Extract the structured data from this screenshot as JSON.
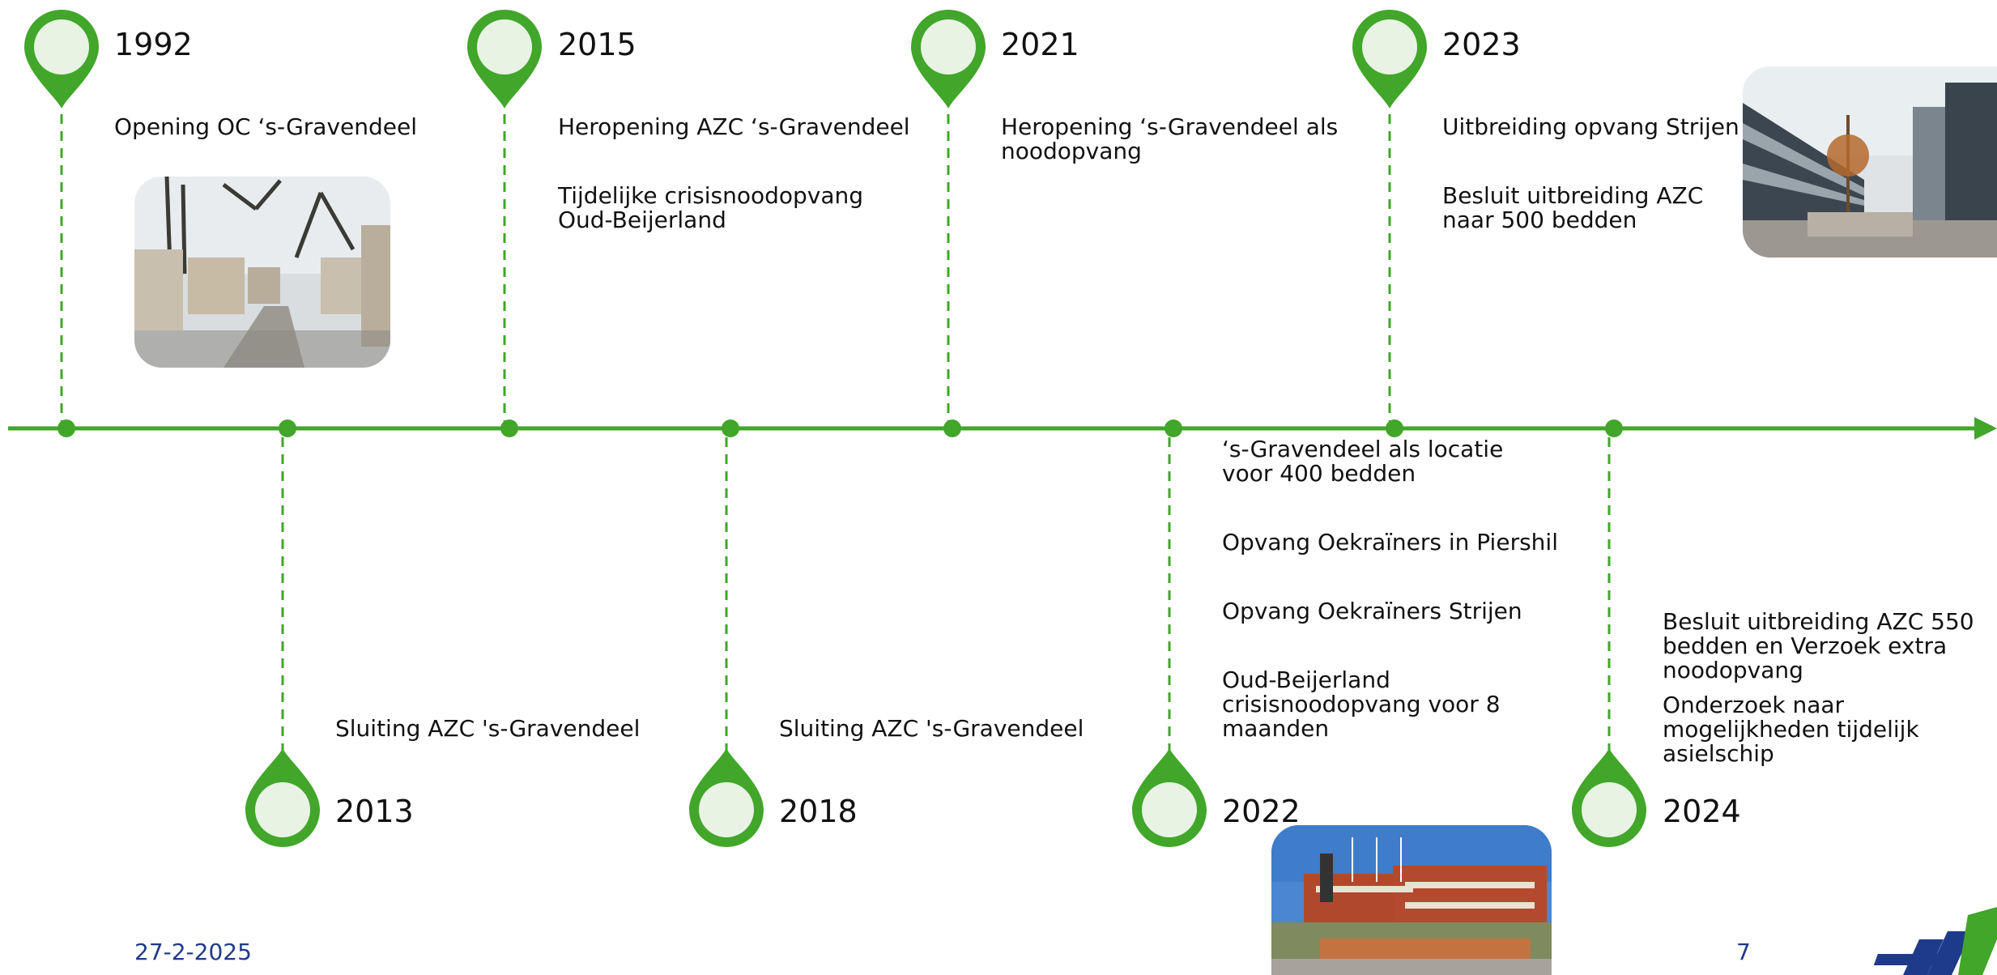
{
  "colors": {
    "accent": "#41a62a",
    "pin_fill": "#e8f3e4",
    "footer_text": "#1f3a8a",
    "logo_blue": "#1e3a8a"
  },
  "milestones_top": [
    {
      "year": "1992",
      "events": [
        "Opening OC ‘s-Gravendeel"
      ]
    },
    {
      "year": "2015",
      "events": [
        "Heropening AZC ‘s-Gravendeel",
        "Tijdelijke crisisnoodopvang Oud-Beijerland"
      ]
    },
    {
      "year": "2021",
      "events": [
        "Heropening ‘s-Gravendeel als noodopvang"
      ]
    },
    {
      "year": "2023",
      "events": [
        "Uitbreiding opvang Strijen",
        "Besluit uitbreiding AZC naar 500 bedden"
      ]
    }
  ],
  "milestones_bottom": [
    {
      "year": "2013",
      "events": [
        "Sluiting AZC 's-Gravendeel"
      ]
    },
    {
      "year": "2018",
      "events": [
        "Sluiting AZC 's-Gravendeel"
      ]
    },
    {
      "year": "2022",
      "events": [
        "‘s-Gravendeel als locatie voor 400 bedden",
        "Opvang Oekraïners in Piershil",
        "Opvang Oekraïners Strijen",
        "Oud-Beijerland crisisnoodopvang voor 8 maanden"
      ]
    },
    {
      "year": "2024",
      "events": [
        "Besluit uitbreiding AZC 550 bedden en Verzoek extra noodopvang",
        "Onderzoek naar mogelijkheden tijdelijk asielschip"
      ]
    }
  ],
  "footer": {
    "date": "27-2-2025",
    "page": "7"
  },
  "icons": [
    "location-pin-icon",
    "timeline-arrow-icon",
    "logo-icon"
  ]
}
